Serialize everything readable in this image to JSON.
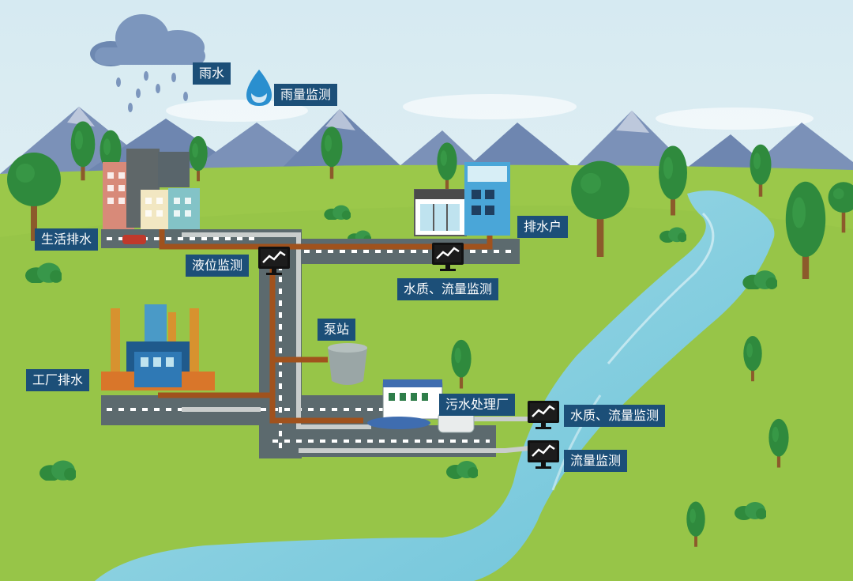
{
  "labels": {
    "rain": "雨水",
    "rain_monitor": "雨量监测",
    "domestic_drainage": "生活排水",
    "drainage_user": "排水户",
    "level_monitor": "液位监测",
    "quality_flow_monitor_1": "水质、流量监测",
    "pump_station": "泵站",
    "factory_drainage": "工厂排水",
    "sewage_plant": "污水处理厂",
    "quality_flow_monitor_2": "水质、流量监测",
    "flow_monitor": "流量监测"
  },
  "icons": {
    "cloud": "cloud-icon",
    "raindrop": "raindrop-icon",
    "monitor": "monitor-chart-icon"
  },
  "colors": {
    "label_bg": "#1c4f78",
    "label_text": "#ffffff",
    "sewage_pipe": "#a0521d",
    "clean_pipe": "#c9cdcc",
    "river": "#8fd3e3",
    "grass": "#9bc84a",
    "mountain": "#6e86b0"
  }
}
